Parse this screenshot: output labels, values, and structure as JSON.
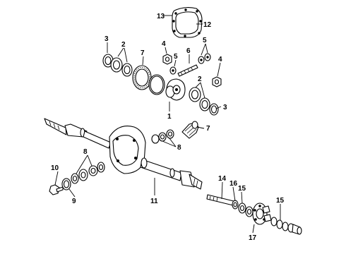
{
  "callouts": {
    "c1": "1",
    "c2a": "2",
    "c2b": "2",
    "c3a": "3",
    "c3b": "3",
    "c4a": "4",
    "c4b": "4",
    "c5a": "5",
    "c5b": "5",
    "c6": "6",
    "c7a": "7",
    "c7b": "7",
    "c8a": "8",
    "c8b": "8",
    "c9": "9",
    "c10": "10",
    "c11": "11",
    "c12": "12",
    "c13": "13",
    "c14": "14",
    "c15a": "15",
    "c15b": "15",
    "c16": "16",
    "c17": "17"
  }
}
